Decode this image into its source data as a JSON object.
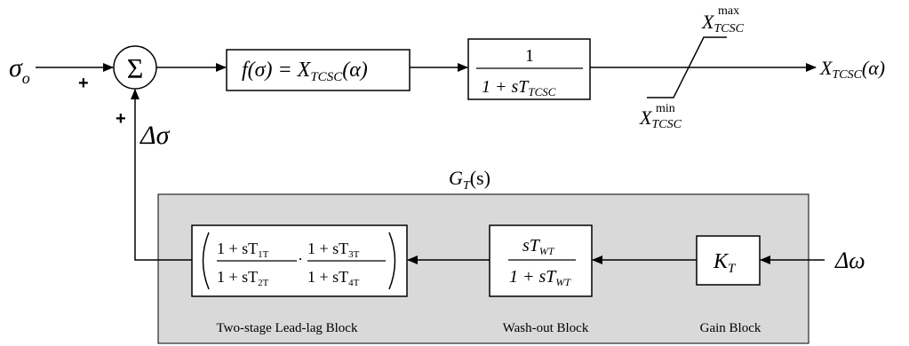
{
  "inputs": {
    "sigma_input": "σ",
    "sigma_input_sub": "o",
    "delta_sigma": "Δσ",
    "delta_omega": "Δω"
  },
  "summing_junction": {
    "symbol": "Σ",
    "sign_top_input": "+",
    "sign_bottom_input": "+"
  },
  "blocks": {
    "nonlinear_map": {
      "lhs": "f(σ) = X",
      "sub": "TCSC",
      "rhs": "(α)"
    },
    "first_order_lag": {
      "numerator": "1",
      "denominator": "1 + sT",
      "denominator_sub": "TCSC"
    },
    "lead_lag": {
      "frac1_num": "1 + sT",
      "frac1_num_sub": "1T",
      "frac1_den": "1 + sT",
      "frac1_den_sub": "2T",
      "frac2_num": "1 + sT",
      "frac2_num_sub": "3T",
      "frac2_den": "1 + sT",
      "frac2_den_sub": "4T",
      "dot": "·"
    },
    "washout": {
      "numerator": "sT",
      "numerator_sub": "WT",
      "denominator": "1 + sT",
      "denominator_sub": "WT"
    },
    "gain": {
      "text": "K",
      "sub": "T"
    }
  },
  "limiter": {
    "max_x": "X",
    "max_sup": "max",
    "max_sub": "TCSC",
    "min_x": "X",
    "min_sup": "min",
    "min_sub": "TCSC"
  },
  "output": {
    "text": "X",
    "sub": "TCSC",
    "arg": "(α)"
  },
  "controller": {
    "title": "G",
    "title_sub": "T",
    "title_arg": "(s)",
    "background": "#d9d9d9"
  },
  "block_captions": {
    "lead_lag": "Two-stage Lead-lag Block",
    "washout": "Wash-out Block",
    "gain": "Gain Block"
  }
}
